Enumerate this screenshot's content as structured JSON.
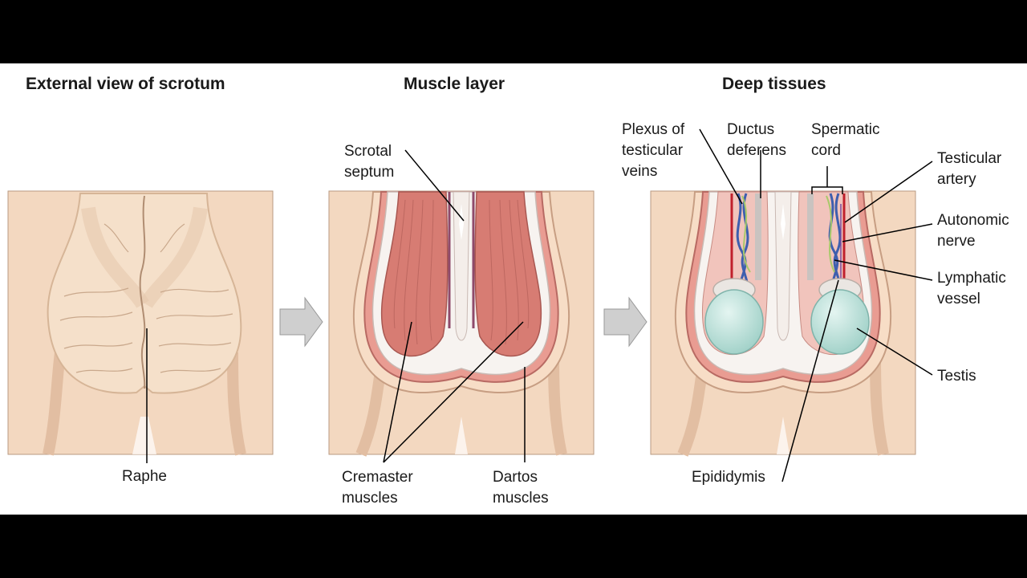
{
  "panels": [
    {
      "title": "External view of scrotum"
    },
    {
      "title": "Muscle layer"
    },
    {
      "title": "Deep tissues"
    }
  ],
  "labels": {
    "raphe": "Raphe",
    "scrotal_septum": [
      "Scrotal",
      "septum"
    ],
    "cremaster_muscles": [
      "Cremaster",
      "muscles"
    ],
    "dartos_muscles": [
      "Dartos",
      "muscles"
    ],
    "plexus_veins": [
      "Plexus of",
      "testicular",
      "veins"
    ],
    "ductus_deferens": [
      "Ductus",
      "deferens"
    ],
    "spermatic_cord": [
      "Spermatic",
      "cord"
    ],
    "testicular_artery": [
      "Testicular",
      "artery"
    ],
    "autonomic_nerve": [
      "Autonomic",
      "nerve"
    ],
    "lymphatic_vessel": [
      "Lymphatic",
      "vessel"
    ],
    "testis": "Testis",
    "epididymis": "Epididymis"
  },
  "colors": {
    "skin": "#f3d7bf",
    "skin_shadow": "#e3b99a",
    "muscle": "#d9847b",
    "muscle_light": "#f0b3a8",
    "testis": "#bfe3dc",
    "vein": "#3e5fae",
    "artery": "#c0202c",
    "lymph": "#a8c96a",
    "arrow": "#c9c9c9"
  }
}
